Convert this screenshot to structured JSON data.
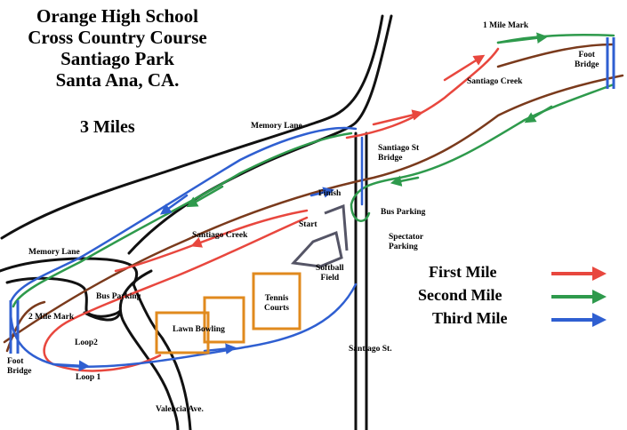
{
  "title": {
    "line1": "Orange High School",
    "line2": "Cross Country Course",
    "line3": "Santiago Park",
    "line4": "Santa Ana, CA."
  },
  "distance": "3 Miles",
  "labels": {
    "one_mile_mark": "1 Mile Mark",
    "foot_bridge_top_1": "Foot",
    "foot_bridge_top_2": "Bridge",
    "santiago_creek_top": "Santiago Creek",
    "memory_lane_top": "Memory Lane",
    "santiago_st_bridge_1": "Santiago St",
    "santiago_st_bridge_2": "Bridge",
    "finish": "Finish",
    "bus_parking_right": "Bus Parking",
    "start": "Start",
    "santiago_creek_mid": "Santiago Creek",
    "spectator_1": "Spectator",
    "spectator_2": "Parking",
    "memory_lane_left": "Memory Lane",
    "softball_1": "Softball",
    "softball_2": "Field",
    "bus_parking_left": "Bus Parking",
    "tennis_1": "Tennis",
    "tennis_2": "Courts",
    "two_mile_mark": "2 Mile Mark",
    "lawn_bowling": "Lawn Bowling",
    "loop2": "Loop2",
    "foot_bridge_left_1": "Foot",
    "foot_bridge_left_2": "Bridge",
    "loop1": "Loop 1",
    "santiago_st": "Santiago St.",
    "valencia": "Valencia Ave."
  },
  "legend": [
    {
      "label": "First Mile",
      "color": "#e8473e"
    },
    {
      "label": "Second Mile",
      "color": "#2e9a4c"
    },
    {
      "label": "Third Mile",
      "color": "#2f5fd1"
    }
  ],
  "colors": {
    "road": "#111111",
    "creek": "#7a3a1c",
    "first_mile": "#e8473e",
    "second_mile": "#2e9a4c",
    "third_mile": "#2f5fd1",
    "facility": "#e08a1e",
    "softball": "#555566"
  }
}
